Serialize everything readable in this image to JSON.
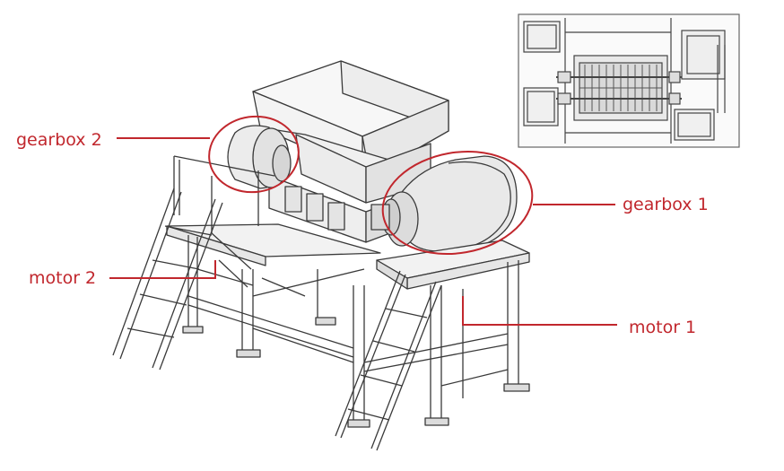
{
  "labels": {
    "gearbox_2": "gearbox 2",
    "gearbox_1": "gearbox 1",
    "motor_2": "motor 2",
    "motor_1": "motor 1"
  },
  "colors": {
    "callout": "#c1272d",
    "line_art": "#3a3a3a",
    "background": "#ffffff"
  }
}
